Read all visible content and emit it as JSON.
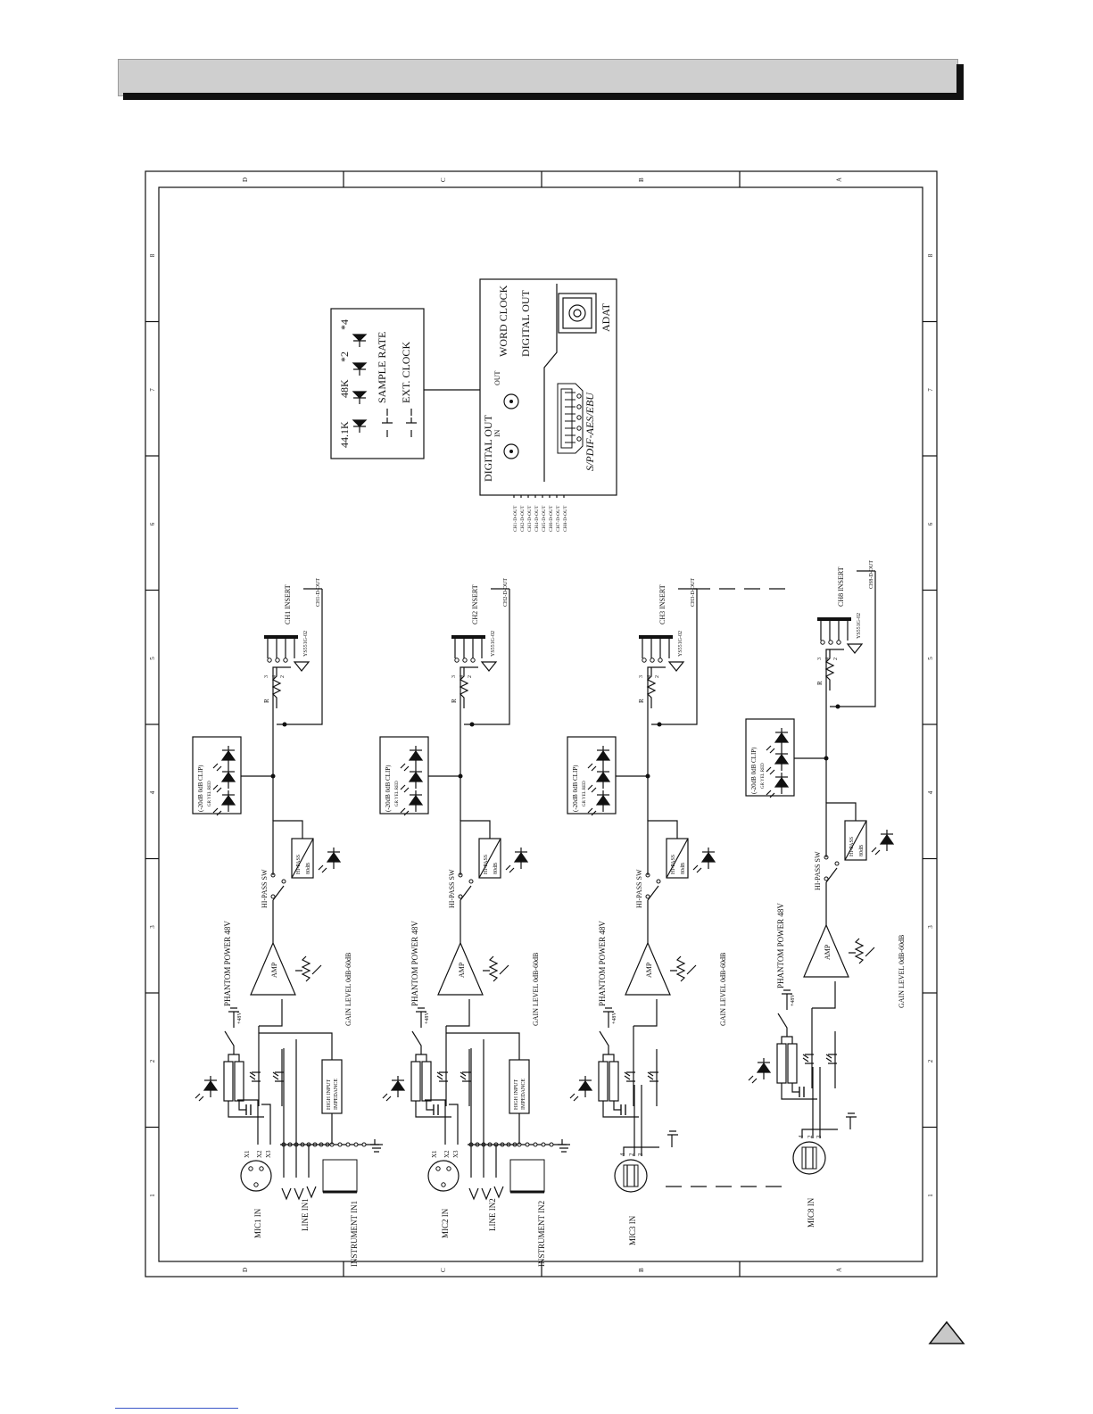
{
  "border": {
    "row_letters": [
      "D",
      "C",
      "B",
      "A"
    ],
    "col_numbers": [
      "1",
      "2",
      "3",
      "4",
      "5",
      "6",
      "7",
      "8"
    ]
  },
  "channels": [
    {
      "mic": "MIC1 IN",
      "line": "LINE IN1",
      "instrument": "INSTRUMENT IN1",
      "insert": "CH1 INSERT",
      "dout": "CH1-D-OUT",
      "full": true
    },
    {
      "mic": "MIC2 IN",
      "line": "LINE IN2",
      "instrument": "INSTRUMENT IN2",
      "insert": "CH2 INSERT",
      "dout": "CH2-D-OUT",
      "full": true
    },
    {
      "mic": "MIC3 IN",
      "insert": "CH3 INSERT",
      "dout": "CH3-D-OUT",
      "full": false
    },
    {
      "mic": "MIC8 IN",
      "insert": "CH8 INSERT",
      "dout": "CH8-D-OUT",
      "full": false
    }
  ],
  "common": {
    "phantom": "PHANTOM POWER 48V",
    "plus48": "+48V",
    "amp": "AMP",
    "gain": "GAIN LEVEL 0dB-60dB",
    "hipass_sw": "HI-PASS SW",
    "hipass_box": "HI-PASS",
    "hipass_freq": "80dB",
    "high_input": "HIGH INPUT",
    "impedance": "IMPEDANCE",
    "meter_levels": "(-20dB  0dB  CLIP)",
    "meter_colors": "GR    YEL   RED",
    "jack_part": "YS551G-02",
    "resistor": "R",
    "xlr_pin1": "X1",
    "xlr_pin2": "X2",
    "xlr_pin3": "X3"
  },
  "clock_panel": {
    "rates": [
      "44.1K",
      "48K",
      "*2",
      "*4"
    ],
    "sample_rate": "SAMPLE RATE",
    "ext_clock": "EXT. CLOCK"
  },
  "digital_panel": {
    "digital_out_left": "DIGITAL OUT",
    "in": "IN",
    "out": "OUT",
    "word_clock": "WORD CLOCK",
    "digital_out_right": "DIGITAL OUT",
    "adat": "ADAT",
    "spdif": "S/PDIF-AES/EBU",
    "bus": [
      "CH1-D-OUT",
      "CH2-D-OUT",
      "CH3-D-OUT",
      "CH4-D-OUT",
      "CH5-D-OUT",
      "CH6-D-OUT",
      "CH7-D-OUT",
      "CH8-D-OUT"
    ]
  },
  "colors": {
    "ink": "#111111",
    "header": "#cfcfcf",
    "triangle": "#c8c8c8"
  }
}
